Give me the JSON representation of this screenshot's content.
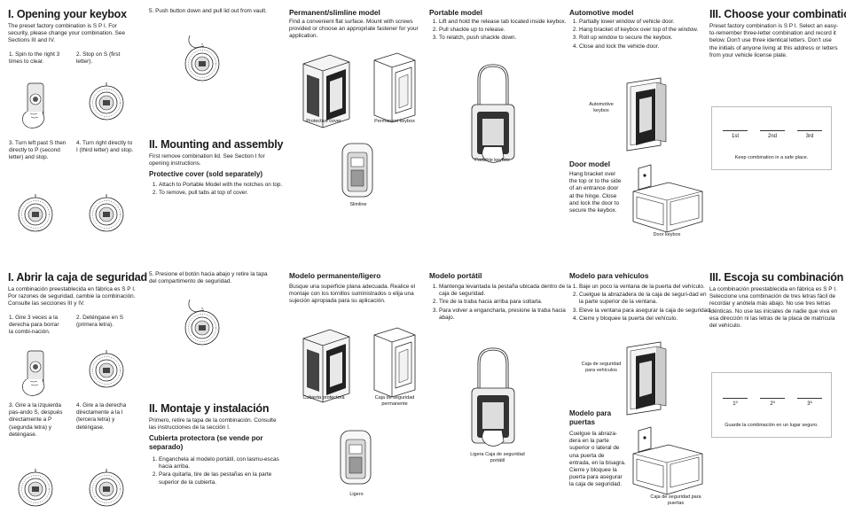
{
  "en": {
    "col1": {
      "title": "I. Opening your keybox",
      "intro": "The preset factory combination is S P I. For security, please change your combination. See Sections III and IV.",
      "step1": "Spin to the right 3 times to clear.",
      "step2": "Stop on S (first letter).",
      "step3": "Turn left past S then directly to P (second letter) and stop.",
      "step4": "Turn right directly to I (third letter) and stop."
    },
    "col2": {
      "step5": "Push button down and pull lid out from vault.",
      "mount_title": "II. Mounting and assembly",
      "mount_intro": "First remove combination lid. See Section I for opening instructions.",
      "cover_title": "Protective cover (sold separately)",
      "cover_steps": [
        "Attach to Portable Model with the notches on top.",
        "To remove, pull tabs at top of cover."
      ]
    },
    "col3": {
      "title": "Permanent/slimline model",
      "text": "Find a convenient flat surface. Mount with screws provided or choose an appropriate fastener for your application.",
      "cap_protective": "Protective cover",
      "cap_permanent": "Permanent keybox",
      "cap_slimline": "Slimline"
    },
    "col4": {
      "title": "Portable model",
      "steps": [
        "Lift and hold the release tab located inside keybox.",
        "Pull shackle up to release.",
        "To relatch, push shackle down."
      ],
      "cap_portable": "Portable keybox"
    },
    "col5": {
      "title": "Automotive model",
      "steps": [
        "Partially lower window of vehicle door.",
        "Hang bracket of keybox over top of the window.",
        "Roll up window to secure the keybox.",
        "Close and lock the vehicle door."
      ],
      "cap_auto": "Automotive keybox",
      "door_title": "Door model",
      "door_text": "Hang bracket over the top or to the side of an entrance door at the hinge. Close and lock the door to secure the keybox.",
      "cap_door": "Door keybox"
    },
    "col6": {
      "title": "III. Choose your combination",
      "text": "Preset factory combination is S P I. Select an easy-to-remember three-letter combination and record it below. Don't use three identical letters. Don't use the initials of anyone living at this address or letters from your vehicle license plate.",
      "ord1": "1st",
      "ord2": "2nd",
      "ord3": "3rd",
      "keep": "Keep combination in a safe place."
    }
  },
  "es": {
    "col1": {
      "title": "I. Abrir la caja de seguridad",
      "intro": "La combinación preestablecida en fábrica es S P I. Por razones de seguridad, cambie la combinación. Consulte las secciones III y IV.",
      "step1": "Gire 3 veces a la derecha para borrar la combi-nación.",
      "step2": "Deténgase en S (primera letra).",
      "step3": "Gire a la izquierda pas-ando S, después directamente a P (segunda letra) y deténgase.",
      "step4": "Gire a la derecha directamente a la I (tercera letra) y deténgase."
    },
    "col2": {
      "step5": "Presione el botón hacia abajo y retire la tapa del compartimento de seguridad.",
      "mount_title": "II. Montaje y instalación",
      "mount_intro": "Primero, retire la tapa de la combinación. Consulte las instrucciones de la sección I.",
      "cover_title": "Cubierta protectora (se vende por separado)",
      "cover_steps": [
        "Enganchela al modelo portátil, con lasmu-escas hacia arriba.",
        "Para quitarla, tire de las pestañas en la parte superior de la cubierta."
      ]
    },
    "col3": {
      "title": "Modelo permanente/ligero",
      "text": "Busque una superficie plana adecuada. Realice el montaje con los tornillos suministrados o elija una sujeción apropiada para su aplicación.",
      "cap_protective": "Cubierta protectora",
      "cap_permanent": "Caja de seguridad permanente",
      "cap_slimline": "Ligero"
    },
    "col4": {
      "title": "Modelo portátil",
      "steps": [
        "Mantenga levantada la pestaña ubicada dentro de la caja de seguridad.",
        "Tire de la traba hacia arriba para soltarla.",
        "Para volver a engancharla, presione la traba hacia abajo."
      ],
      "cap_portable": "Ligera Caja de seguridad portátil"
    },
    "col5": {
      "title": "Modelo para vehículos",
      "steps": [
        "Baje un poco la ventana de la puerta del vehículo.",
        "Cuelgue la abrazadera de la caja de seguri-dad en la parte superior de la ventana.",
        "Eleve la ventana para asegurar la caja de seguridad.",
        "Cierre y bloquee la puerta del vehículo."
      ],
      "cap_auto": "Caja de seguridad para vehículos",
      "door_title": "Modelo para puertas",
      "door_text": "Cuelgue la abraza-dera en la parte superior o lateral de una puerta de entrada, en la bisagra. Cierre y bloquee la puerta para asegurar la caja de seguridad.",
      "cap_door": "Caja de seguridad para puertas"
    },
    "col6": {
      "title": "III. Escoja su combinación",
      "text": "La combinación preestablecida en fábrica es S P I. Seleccione una combinación de tres letras fácil de recordar y anótela más abajo. No use tres letras idénticas. No use las iniciales de nadie que viva en esa dirección ni las letras de la placa de matrícula del vehículo.",
      "ord1": "1º",
      "ord2": "2º",
      "ord3": "3º",
      "keep": "Guarde la combinación en un lugar seguro."
    }
  },
  "icons": [
    "keybox-hand-icon",
    "combination-dial-icon",
    "keybox-illustration-icon"
  ]
}
